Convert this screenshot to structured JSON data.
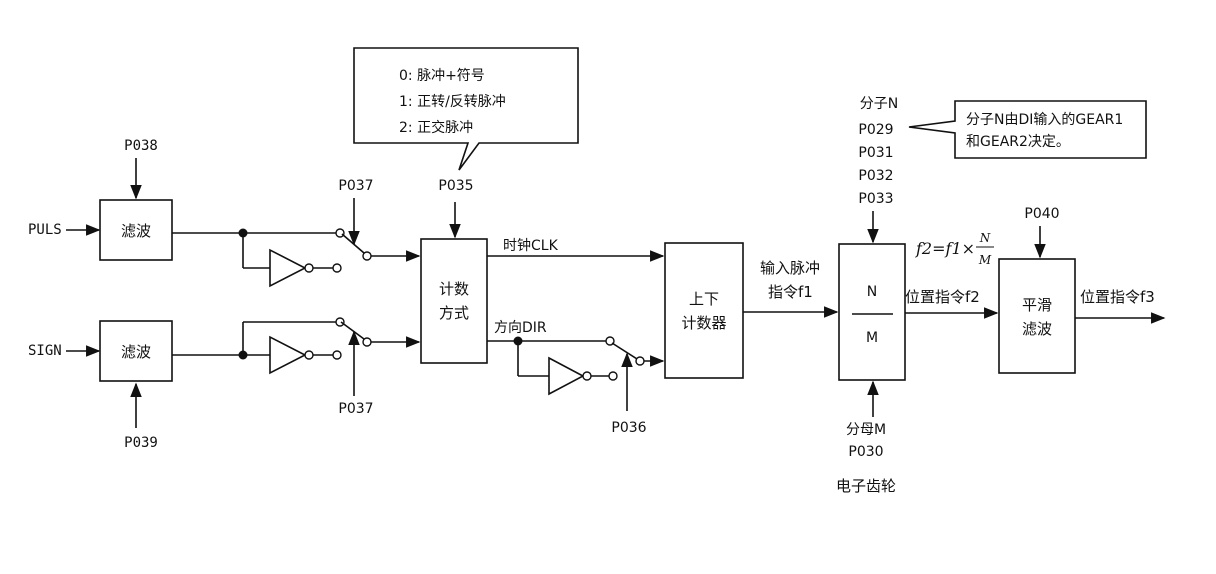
{
  "inputs": {
    "puls": "PULS",
    "sign": "SIGN"
  },
  "filters": {
    "filter1": "滤波",
    "filter2": "滤波"
  },
  "params": {
    "p038": "P038",
    "p039": "P039",
    "p037_top": "P037",
    "p037_bottom": "P037",
    "p035": "P035",
    "p036": "P036",
    "p040": "P040"
  },
  "callout_mode": {
    "line1": "0: 脉冲+符号",
    "line2": "1: 正转/反转脉冲",
    "line3": "2: 正交脉冲"
  },
  "count_mode": {
    "line1": "计数",
    "line2": "方式"
  },
  "signals": {
    "clock": "时钟CLK",
    "direction": "方向DIR",
    "input_pulse_line1": "输入脉冲",
    "input_pulse_line2": "指令f1",
    "position_cmd_f2": "位置指令f2",
    "position_cmd_f3": "位置指令f3"
  },
  "counter": {
    "line1": "上下",
    "line2": "计数器"
  },
  "gear": {
    "numerator_label": "分子N",
    "numerator_params": [
      "P029",
      "P031",
      "P032",
      "P033"
    ],
    "n": "N",
    "m": "M",
    "denominator_label": "分母M",
    "denominator_param": "P030",
    "caption": "电子齿轮"
  },
  "callout_gear": {
    "line1": "分子N由DI输入的GEAR1",
    "line2": "和GEAR2决定。"
  },
  "formula": {
    "lhs": "f2",
    "eq": "=",
    "f1": "f1",
    "times": "×",
    "num": "N",
    "den": "M"
  },
  "smooth": {
    "line1": "平滑",
    "line2": "滤波"
  }
}
